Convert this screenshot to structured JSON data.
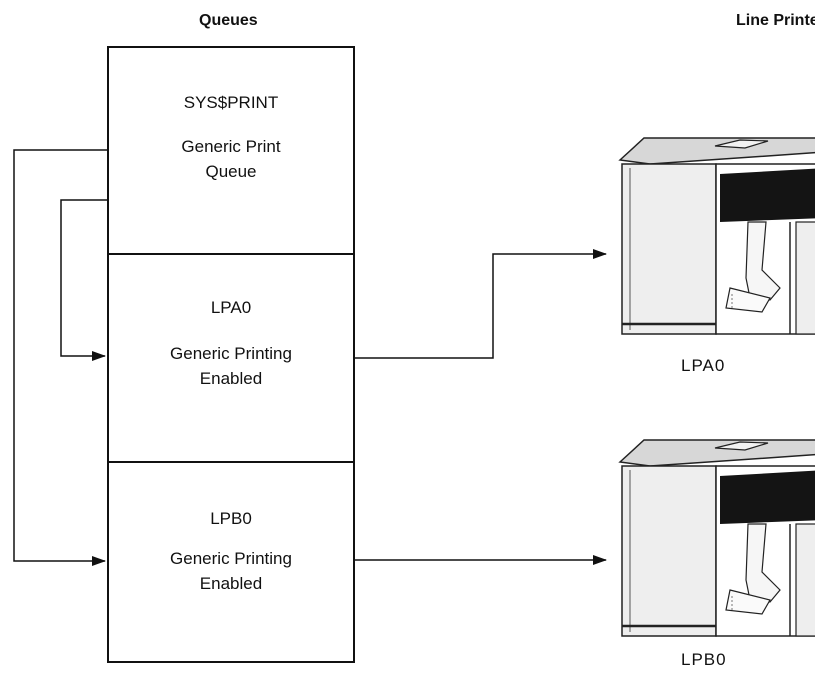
{
  "headings": {
    "queues": "Queues",
    "printers": "Line Printers"
  },
  "queues": [
    {
      "name": "SYS$PRINT",
      "line1": "Generic Print",
      "line2": "Queue"
    },
    {
      "name": "LPA0",
      "line1": "Generic Printing",
      "line2": "Enabled"
    },
    {
      "name": "LPB0",
      "line1": "Generic Printing",
      "line2": "Enabled"
    }
  ],
  "printers": [
    {
      "label": "LPA0"
    },
    {
      "label": "LPB0"
    }
  ]
}
